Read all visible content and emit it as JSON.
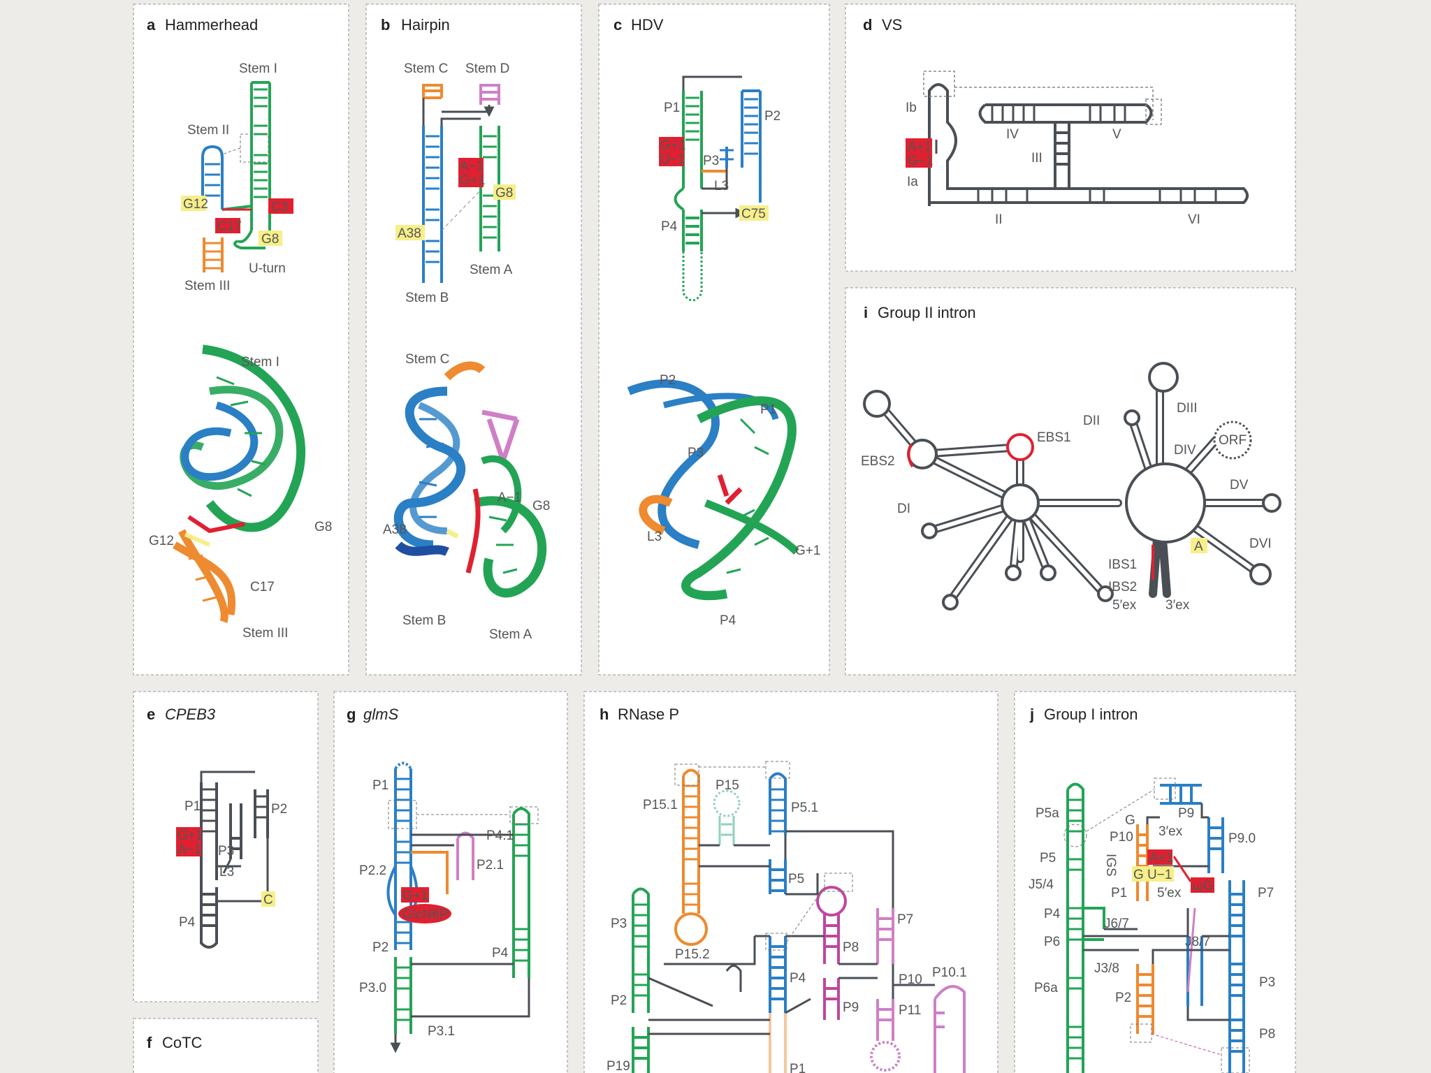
{
  "panels": {
    "a": {
      "letter": "a",
      "title": "Hammerhead",
      "labels": {
        "stem_i": "Stem I",
        "stem_ii": "Stem II",
        "stem_iii": "Stem III",
        "g12": "G12",
        "c3": "C3",
        "c17": "C17",
        "g8": "G8",
        "u_turn": "U-turn",
        "s3d_stem_i": "Stem I",
        "s3d_g12": "G12",
        "s3d_g8": "G8",
        "s3d_c17": "C17",
        "s3d_stem_iii": "Stem III"
      }
    },
    "b": {
      "letter": "b",
      "title": "Hairpin",
      "labels": {
        "stem_c": "Stem C",
        "stem_d": "Stem D",
        "stem_a": "Stem A",
        "stem_b": "Stem B",
        "a38": "A38",
        "g8": "G8",
        "am1": "A−1",
        "gp1": "G+1",
        "s3d_stem_c": "Stem C",
        "s3d_am1": "A−1",
        "s3d_g8": "G8",
        "s3d_a38": "A38",
        "s3d_stem_b": "Stem B",
        "s3d_stem_a": "Stem A"
      }
    },
    "c": {
      "letter": "c",
      "title": "HDV",
      "labels": {
        "p1": "P1",
        "p2": "P2",
        "p3": "P3",
        "l3": "L3",
        "p4": "P4",
        "c75": "C75",
        "gp1": "G+1",
        "um1": "U−1",
        "s3d_p2": "P2",
        "s3d_p1": "P1",
        "s3d_p3": "P3",
        "s3d_l3": "L3",
        "s3d_gp1": "G+1",
        "s3d_p4": "P4"
      }
    },
    "d": {
      "letter": "d",
      "title": "VS",
      "labels": {
        "ib": "Ib",
        "ia": "Ia",
        "iv": "IV",
        "v": "V",
        "iii": "III",
        "ii": "II",
        "vi": "VI",
        "ap1": "A+1",
        "gm1": "G−1"
      }
    },
    "i": {
      "letter": "i",
      "title": "Group II intron",
      "labels": {
        "dii": "DII",
        "diii": "DIII",
        "div": "DIV",
        "orf": "ORF",
        "dv": "DV",
        "dvi": "DVI",
        "di": "DI",
        "ebs1": "EBS1",
        "ebs2": "EBS2",
        "ibs1": "IBS1",
        "ibs2": "IBS2",
        "ex5": "5′ex",
        "ex3": "3′ex",
        "a": "A"
      }
    },
    "e": {
      "letter": "e",
      "title": "CPEB3",
      "labels": {
        "p1": "P1",
        "p2": "P2",
        "p3": "P3",
        "l3": "L3",
        "p4": "P4",
        "c": "C",
        "gp1": "G+1",
        "am1": "A−1"
      }
    },
    "f": {
      "letter": "f",
      "title": "CoTC"
    },
    "g": {
      "letter": "g",
      "title": "glmS",
      "labels": {
        "p1": "P1",
        "p22": "P2.2",
        "p21": "P2.1",
        "p41": "P4.1",
        "p2": "P2",
        "p4": "P4",
        "p30": "P3.0",
        "p31": "P3.1",
        "gp1": "G+1",
        "glcn6p": "GlcN6P"
      }
    },
    "h": {
      "letter": "h",
      "title": "RNase P",
      "labels": {
        "p151": "P15.1",
        "p15": "P15",
        "p51": "P5.1",
        "p5": "P5",
        "p7": "P7",
        "p3": "P3",
        "p152": "P15.2",
        "p8": "P8",
        "p4": "P4",
        "p9": "P9",
        "p10": "P10",
        "p101": "P10.1",
        "p11": "P11",
        "p2": "P2",
        "p19": "P19",
        "p1": "P1"
      }
    },
    "j": {
      "letter": "j",
      "title": "Group I intron",
      "labels": {
        "p5a": "P5a",
        "p9": "P9",
        "p90": "P9.0",
        "p10": "P10",
        "ex3": "3′ex",
        "g": "G",
        "p5": "P5",
        "igs": "IGS",
        "ap1": "A+1",
        "gu": "G U−1",
        "og": "ωG",
        "j54": "J5/4",
        "p1": "P1",
        "ex5": "5′ex",
        "p7": "P7",
        "p4": "P4",
        "j67": "J6/7",
        "p6": "P6",
        "j87": "J8/7",
        "j38": "J3/8",
        "p3": "P3",
        "p6a": "P6a",
        "p2": "P2",
        "p8": "P8"
      }
    }
  },
  "colors": {
    "green": "#23a455",
    "blue": "#2a7fc5",
    "orange": "#ee8a2f",
    "pink": "#cf7fc6",
    "magenta": "#c1459f",
    "red": "#e02030",
    "yellow": "#f6ef8a",
    "grey": "#4a4f55",
    "teal": "#8fd1bc",
    "peach": "#f4c79f"
  }
}
